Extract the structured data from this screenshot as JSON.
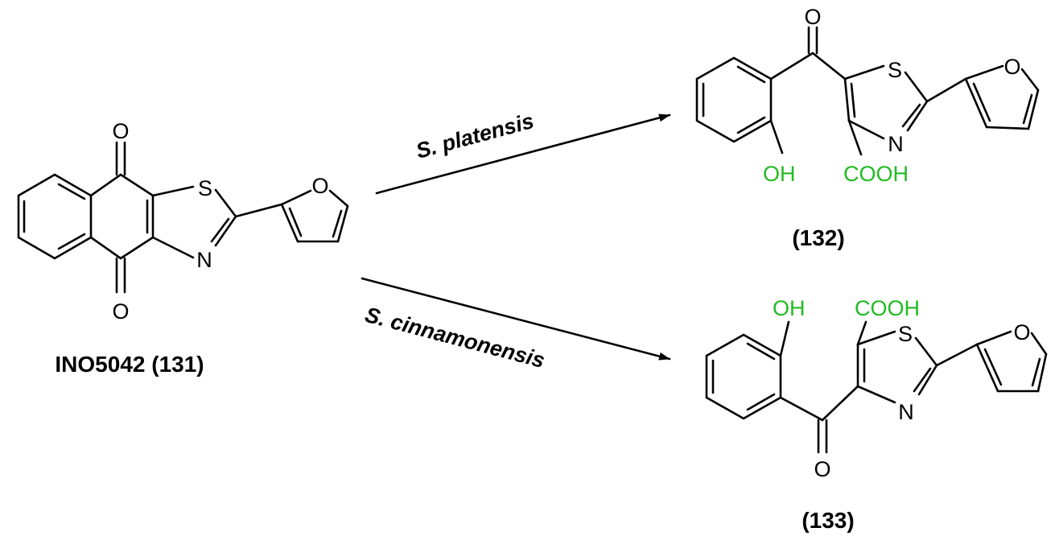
{
  "compounds": {
    "starting": {
      "label": "INO5042 (131)"
    },
    "product_top": {
      "label": "(132)"
    },
    "product_bottom": {
      "label": "(133)"
    }
  },
  "reactions": {
    "top": {
      "organism": "S. platensis"
    },
    "bottom": {
      "organism": "S. cinnamonensis"
    }
  },
  "atoms": {
    "oxygen": "O",
    "sulfur": "S",
    "nitrogen": "N",
    "hydroxyl": "OH",
    "carboxyl": "COOH"
  },
  "colors": {
    "bonds": "#000000",
    "labels": "#000000",
    "new_groups": "#22bb22"
  }
}
